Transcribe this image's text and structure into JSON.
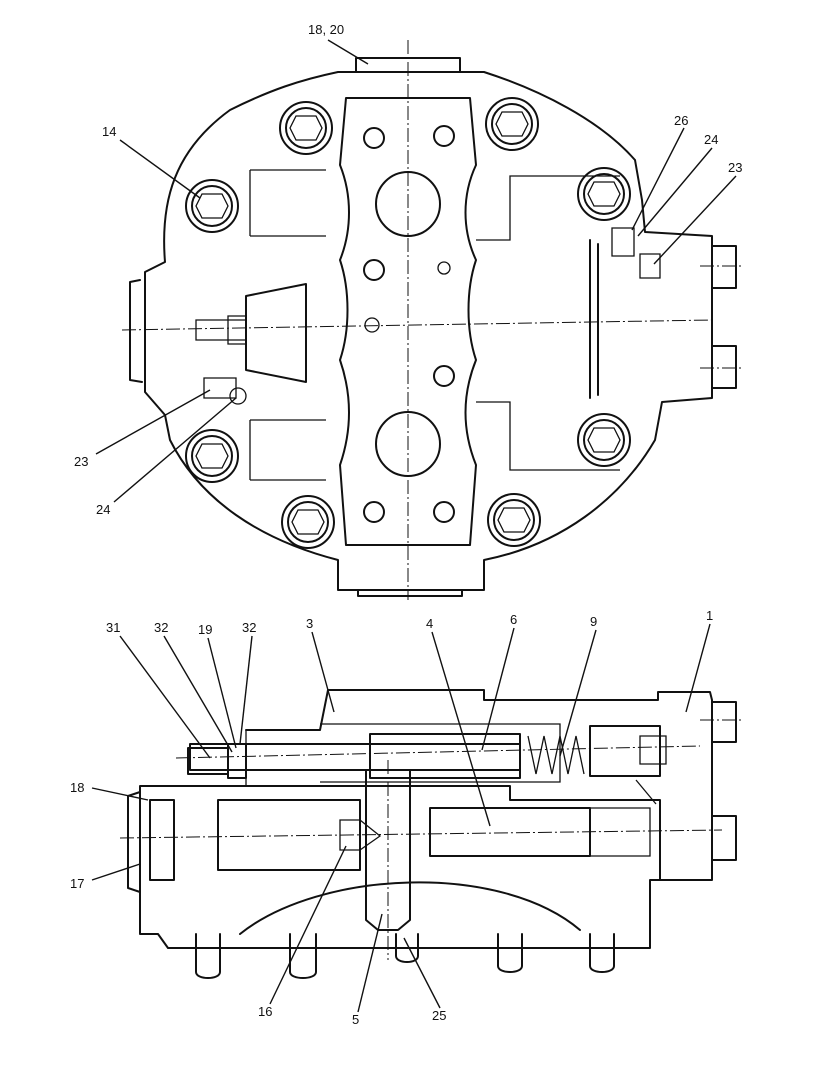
{
  "top_view": {
    "labels": [
      "18, 20",
      "14",
      "26",
      "24",
      "23",
      "23",
      "24"
    ]
  },
  "side_view": {
    "labels": [
      "31",
      "32",
      "19",
      "32",
      "3",
      "4",
      "6",
      "9",
      "1",
      "18",
      "17",
      "16",
      "5",
      "25"
    ]
  }
}
